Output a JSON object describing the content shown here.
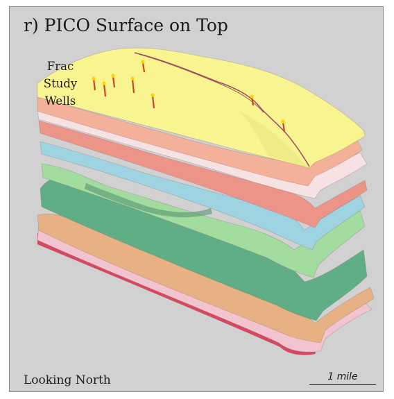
{
  "figure": {
    "title": "r) PICO Surface on Top",
    "wells_label": [
      "Frac",
      "Study",
      "Wells"
    ],
    "view_label": "Looking North",
    "scale_label": "1 mile"
  },
  "layers": [
    {
      "name": "bottom-layer-red",
      "fill": "#d8475f"
    },
    {
      "name": "layer-pink",
      "fill": "#f2c4cf"
    },
    {
      "name": "layer-orange",
      "fill": "#e7b183"
    },
    {
      "name": "layer-dark-green",
      "fill": "#5fae86"
    },
    {
      "name": "layer-light-green",
      "fill": "#a3dc9f"
    },
    {
      "name": "layer-blue",
      "fill": "#9ed4e2"
    },
    {
      "name": "layer-salmon",
      "fill": "#ec9488"
    },
    {
      "name": "layer-white-pink",
      "fill": "#f6e2e2"
    },
    {
      "name": "layer-peach",
      "fill": "#f4b19a"
    },
    {
      "name": "top-surface-yellow",
      "fill": "#f8f590"
    }
  ],
  "colors": {
    "background": "#d1d1d1",
    "fault_line": "#a0525e",
    "well_stick": "#cc4522",
    "well_head": "#ffd400"
  }
}
